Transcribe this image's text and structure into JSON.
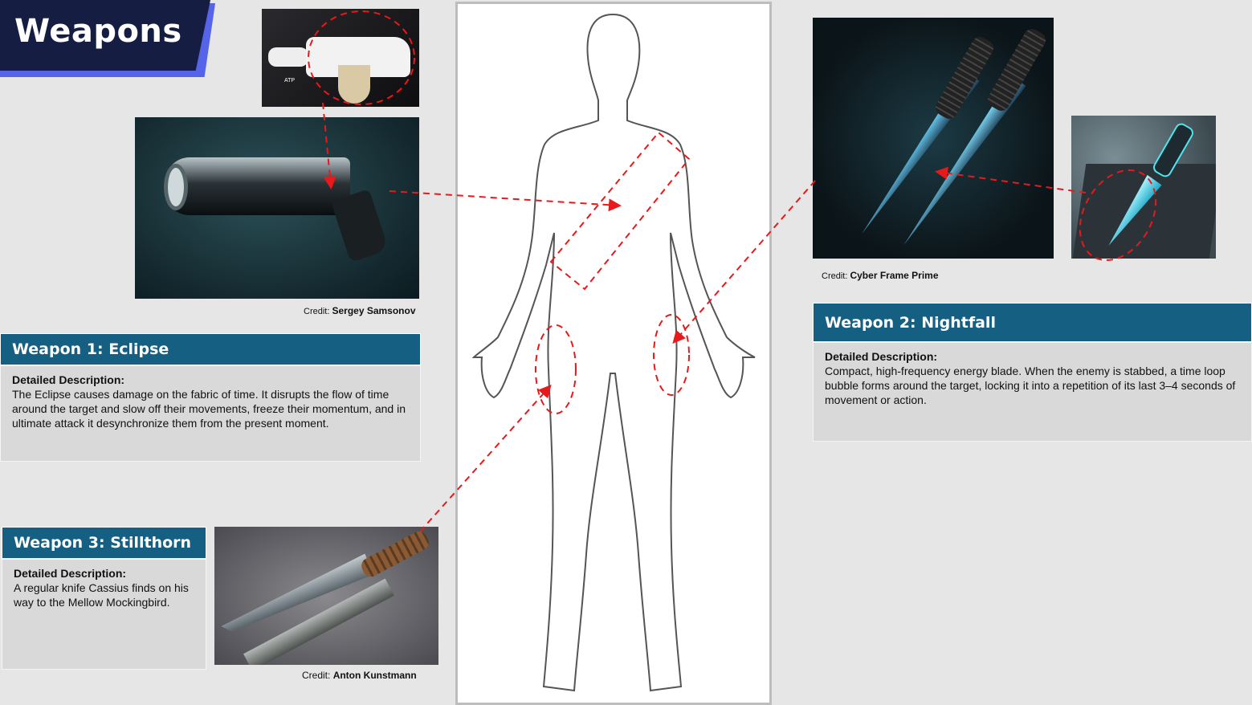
{
  "title": "Weapons",
  "accent_color": "#e8191b",
  "header_color": "#155f82",
  "weapons": [
    {
      "heading": "Weapon 1: Eclipse",
      "desc_label": "Detailed Description:",
      "description": "The Eclipse causes damage on the fabric of time. It disrupts the flow of time around the target and slow off their movements, freeze their momentum, and in ultimate attack it desynchronize them from the present moment.",
      "credit_label": "Credit:",
      "credit_name": "Sergey Samsonov"
    },
    {
      "heading": "Weapon 2: Nightfall",
      "desc_label": "Detailed Description:",
      "description": "Compact, high-frequency energy blade. When the enemy is stabbed, a time loop bubble forms around the target, locking it into a repetition of its last 3–4 seconds of movement or action.",
      "credit_label": "Credit:",
      "credit_name": "Cyber Frame Prime"
    },
    {
      "heading": "Weapon 3: Stillthorn",
      "desc_label": "Detailed Description:",
      "description": "A regular knife Cassius finds on his way to the Mellow Mockingbird.",
      "credit_label": "Credit:",
      "credit_name": "Anton Kunstmann"
    }
  ],
  "ref_image_label": "ATP"
}
